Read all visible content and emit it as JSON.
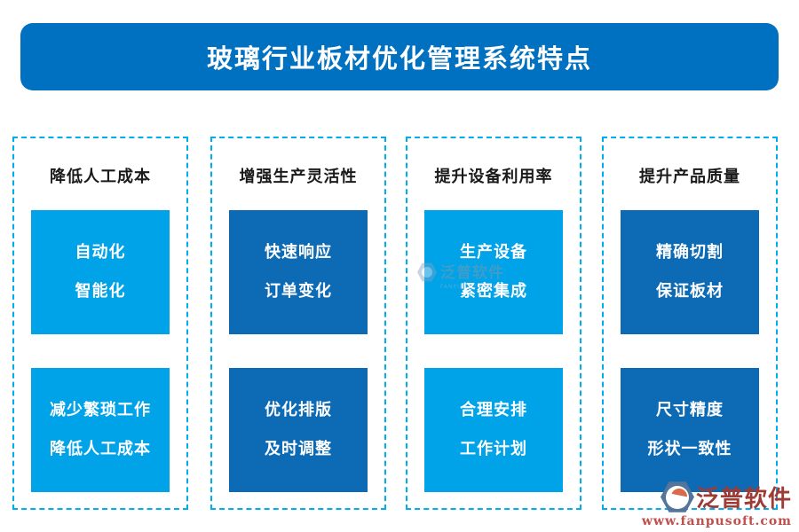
{
  "header": {
    "title": "玻璃行业板材优化管理系统特点"
  },
  "columns": [
    {
      "title": "降低人工成本",
      "tone": "light",
      "boxes": [
        [
          "自动化",
          "智能化"
        ],
        [
          "减少繁琐工作",
          "降低人工成本"
        ]
      ]
    },
    {
      "title": "增强生产灵活性",
      "tone": "dark",
      "boxes": [
        [
          "快速响应",
          "订单变化"
        ],
        [
          "优化排版",
          "及时调整"
        ]
      ]
    },
    {
      "title": "提升设备利用率",
      "tone": "light",
      "boxes": [
        [
          "生产设备",
          "紧密集成"
        ],
        [
          "合理安排",
          "工作计划"
        ]
      ]
    },
    {
      "title": "提升产品质量",
      "tone": "dark",
      "boxes": [
        [
          "精确切割",
          "保证板材"
        ],
        [
          "尺寸精度",
          "形状一致性"
        ]
      ]
    }
  ],
  "watermark": {
    "text": "泛普软件",
    "subtext": "FANPU SOFTWARE"
  },
  "brand": {
    "name": "泛普软件",
    "url": "www.fanpusoft.com"
  },
  "colors": {
    "header_bg": "#0070C0",
    "light_box": "#00A2E8",
    "dark_box": "#0D6AB4",
    "border": "#00AEEF",
    "title_text": "#1a1a1a",
    "logo_text": "#9E3B35",
    "logo_url": "#C0504D"
  }
}
